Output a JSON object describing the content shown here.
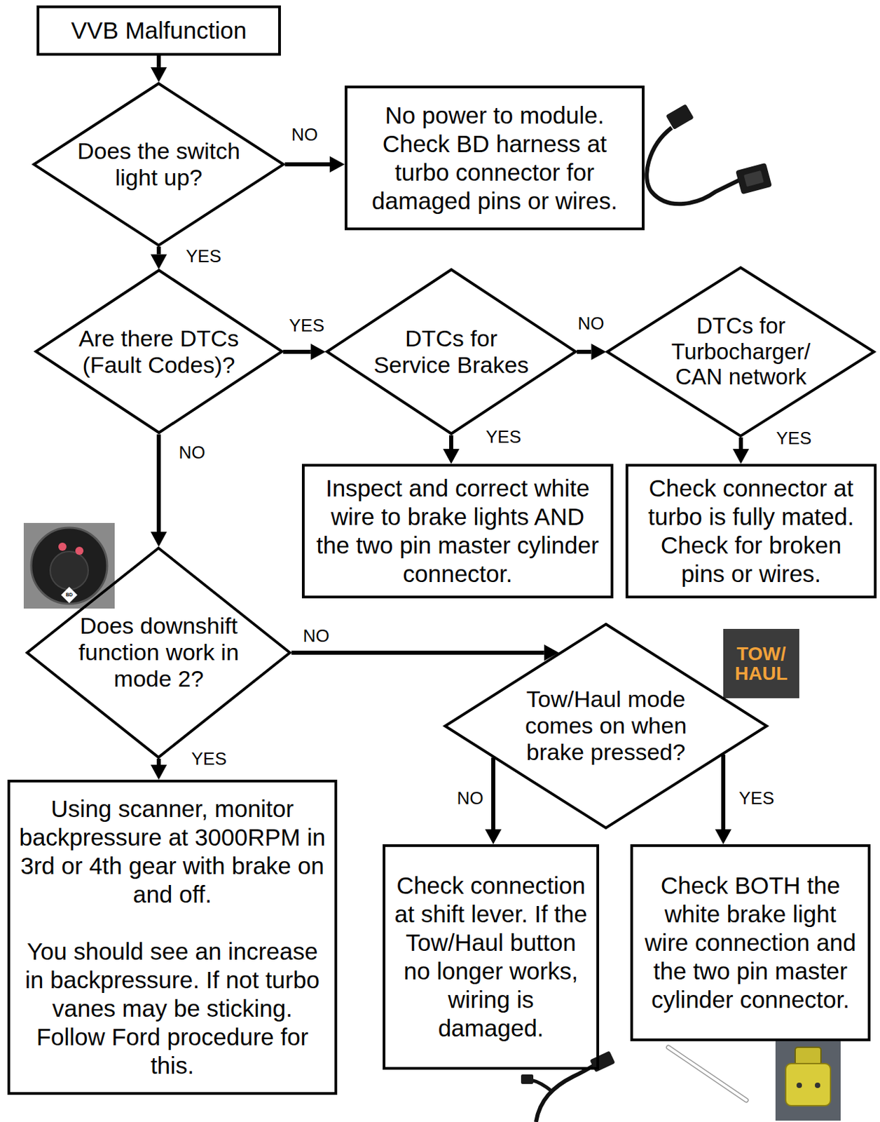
{
  "diagram": {
    "nodes": [
      {
        "text": [
          "VVB Malfunction"
        ]
      },
      {
        "text": [
          "Does the switch light up?"
        ]
      },
      {
        "text": [
          "No power to module. Check BD harness at turbo connector for damaged pins or wires."
        ]
      },
      {
        "text": [
          "Are there DTCs (Fault Codes)?"
        ]
      },
      {
        "text": [
          "DTCs for Service Brakes"
        ]
      },
      {
        "text": [
          "DTCs for Turbocharger/ CAN network"
        ]
      },
      {
        "text": [
          "Inspect and correct white wire to brake lights AND the two pin master cylinder connector."
        ]
      },
      {
        "text": [
          "Check connector at turbo is fully mated. Check for broken pins or wires."
        ]
      },
      {
        "text": [
          "Does downshift function work in mode 2?"
        ]
      },
      {
        "text": [
          "Tow/Haul mode comes on when brake pressed?"
        ]
      },
      {
        "text": [
          "Using scanner, monitor backpressure at 3000RPM in 3rd or 4th gear with brake on and off.",
          "You should see an increase in backpressure. If not turbo vanes may be sticking. Follow Ford procedure for this."
        ]
      },
      {
        "text": [
          "Check connection at shift lever. If the Tow/Haul button no longer works, wiring is damaged."
        ]
      },
      {
        "text": [
          "Check BOTH the white brake light wire connection and the two pin master cylinder connector."
        ]
      }
    ],
    "edges": [
      {
        "from": 0,
        "to": 1,
        "arrow": "to"
      },
      {
        "from": 1,
        "to": 2,
        "label": "NO",
        "arrow": "to"
      },
      {
        "from": 1,
        "to": 3,
        "label": "YES",
        "arrow": "to"
      },
      {
        "from": 3,
        "to": 4,
        "label": "YES",
        "arrow": "to"
      },
      {
        "from": 3,
        "to": 8,
        "label": "NO",
        "arrow": "to"
      },
      {
        "from": 4,
        "to": 5,
        "label": "NO",
        "arrow": "to"
      },
      {
        "from": 4,
        "to": 6,
        "label": "YES",
        "arrow": "to"
      },
      {
        "from": 5,
        "to": 7,
        "label": "YES",
        "arrow": "to"
      },
      {
        "from": 8,
        "to": 9,
        "label": "NO",
        "arrow": "to"
      },
      {
        "from": 8,
        "to": 10,
        "label": "YES",
        "arrow": "to"
      },
      {
        "from": 9,
        "to": 11,
        "label": "NO",
        "arrow": "to"
      },
      {
        "from": 9,
        "to": 12,
        "label": "YES",
        "arrow": "to"
      }
    ],
    "labels": [
      "BD",
      "TOW/ HAUL"
    ]
  }
}
